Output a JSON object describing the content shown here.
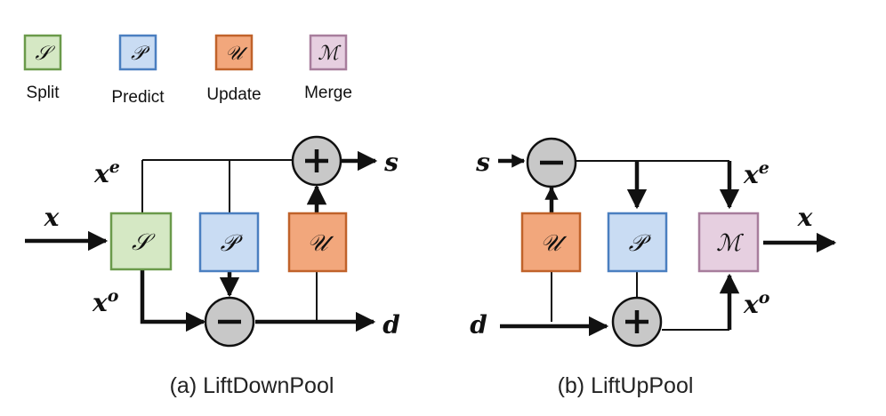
{
  "legend": [
    {
      "symbol": "𝒮",
      "label": "Split"
    },
    {
      "symbol": "𝒫",
      "label": "Predict"
    },
    {
      "symbol": "𝒰",
      "label": "Update"
    },
    {
      "symbol": "ℳ",
      "label": "Merge"
    }
  ],
  "diagram_a": {
    "caption": "(a) LiftDownPool",
    "input": "x",
    "even": "x",
    "even_sup": "e",
    "odd": "x",
    "odd_sup": "o",
    "out_s": "s",
    "out_d": "d",
    "split": "𝒮",
    "predict": "𝒫",
    "update": "𝒰",
    "plus": "+",
    "minus": "−"
  },
  "diagram_b": {
    "caption": "(b) LiftUpPool",
    "in_s": "s",
    "in_d": "d",
    "even": "x",
    "even_sup": "e",
    "odd": "x",
    "odd_sup": "o",
    "output": "x",
    "update": "𝒰",
    "predict": "𝒫",
    "merge": "ℳ",
    "plus": "+",
    "minus": "−"
  }
}
